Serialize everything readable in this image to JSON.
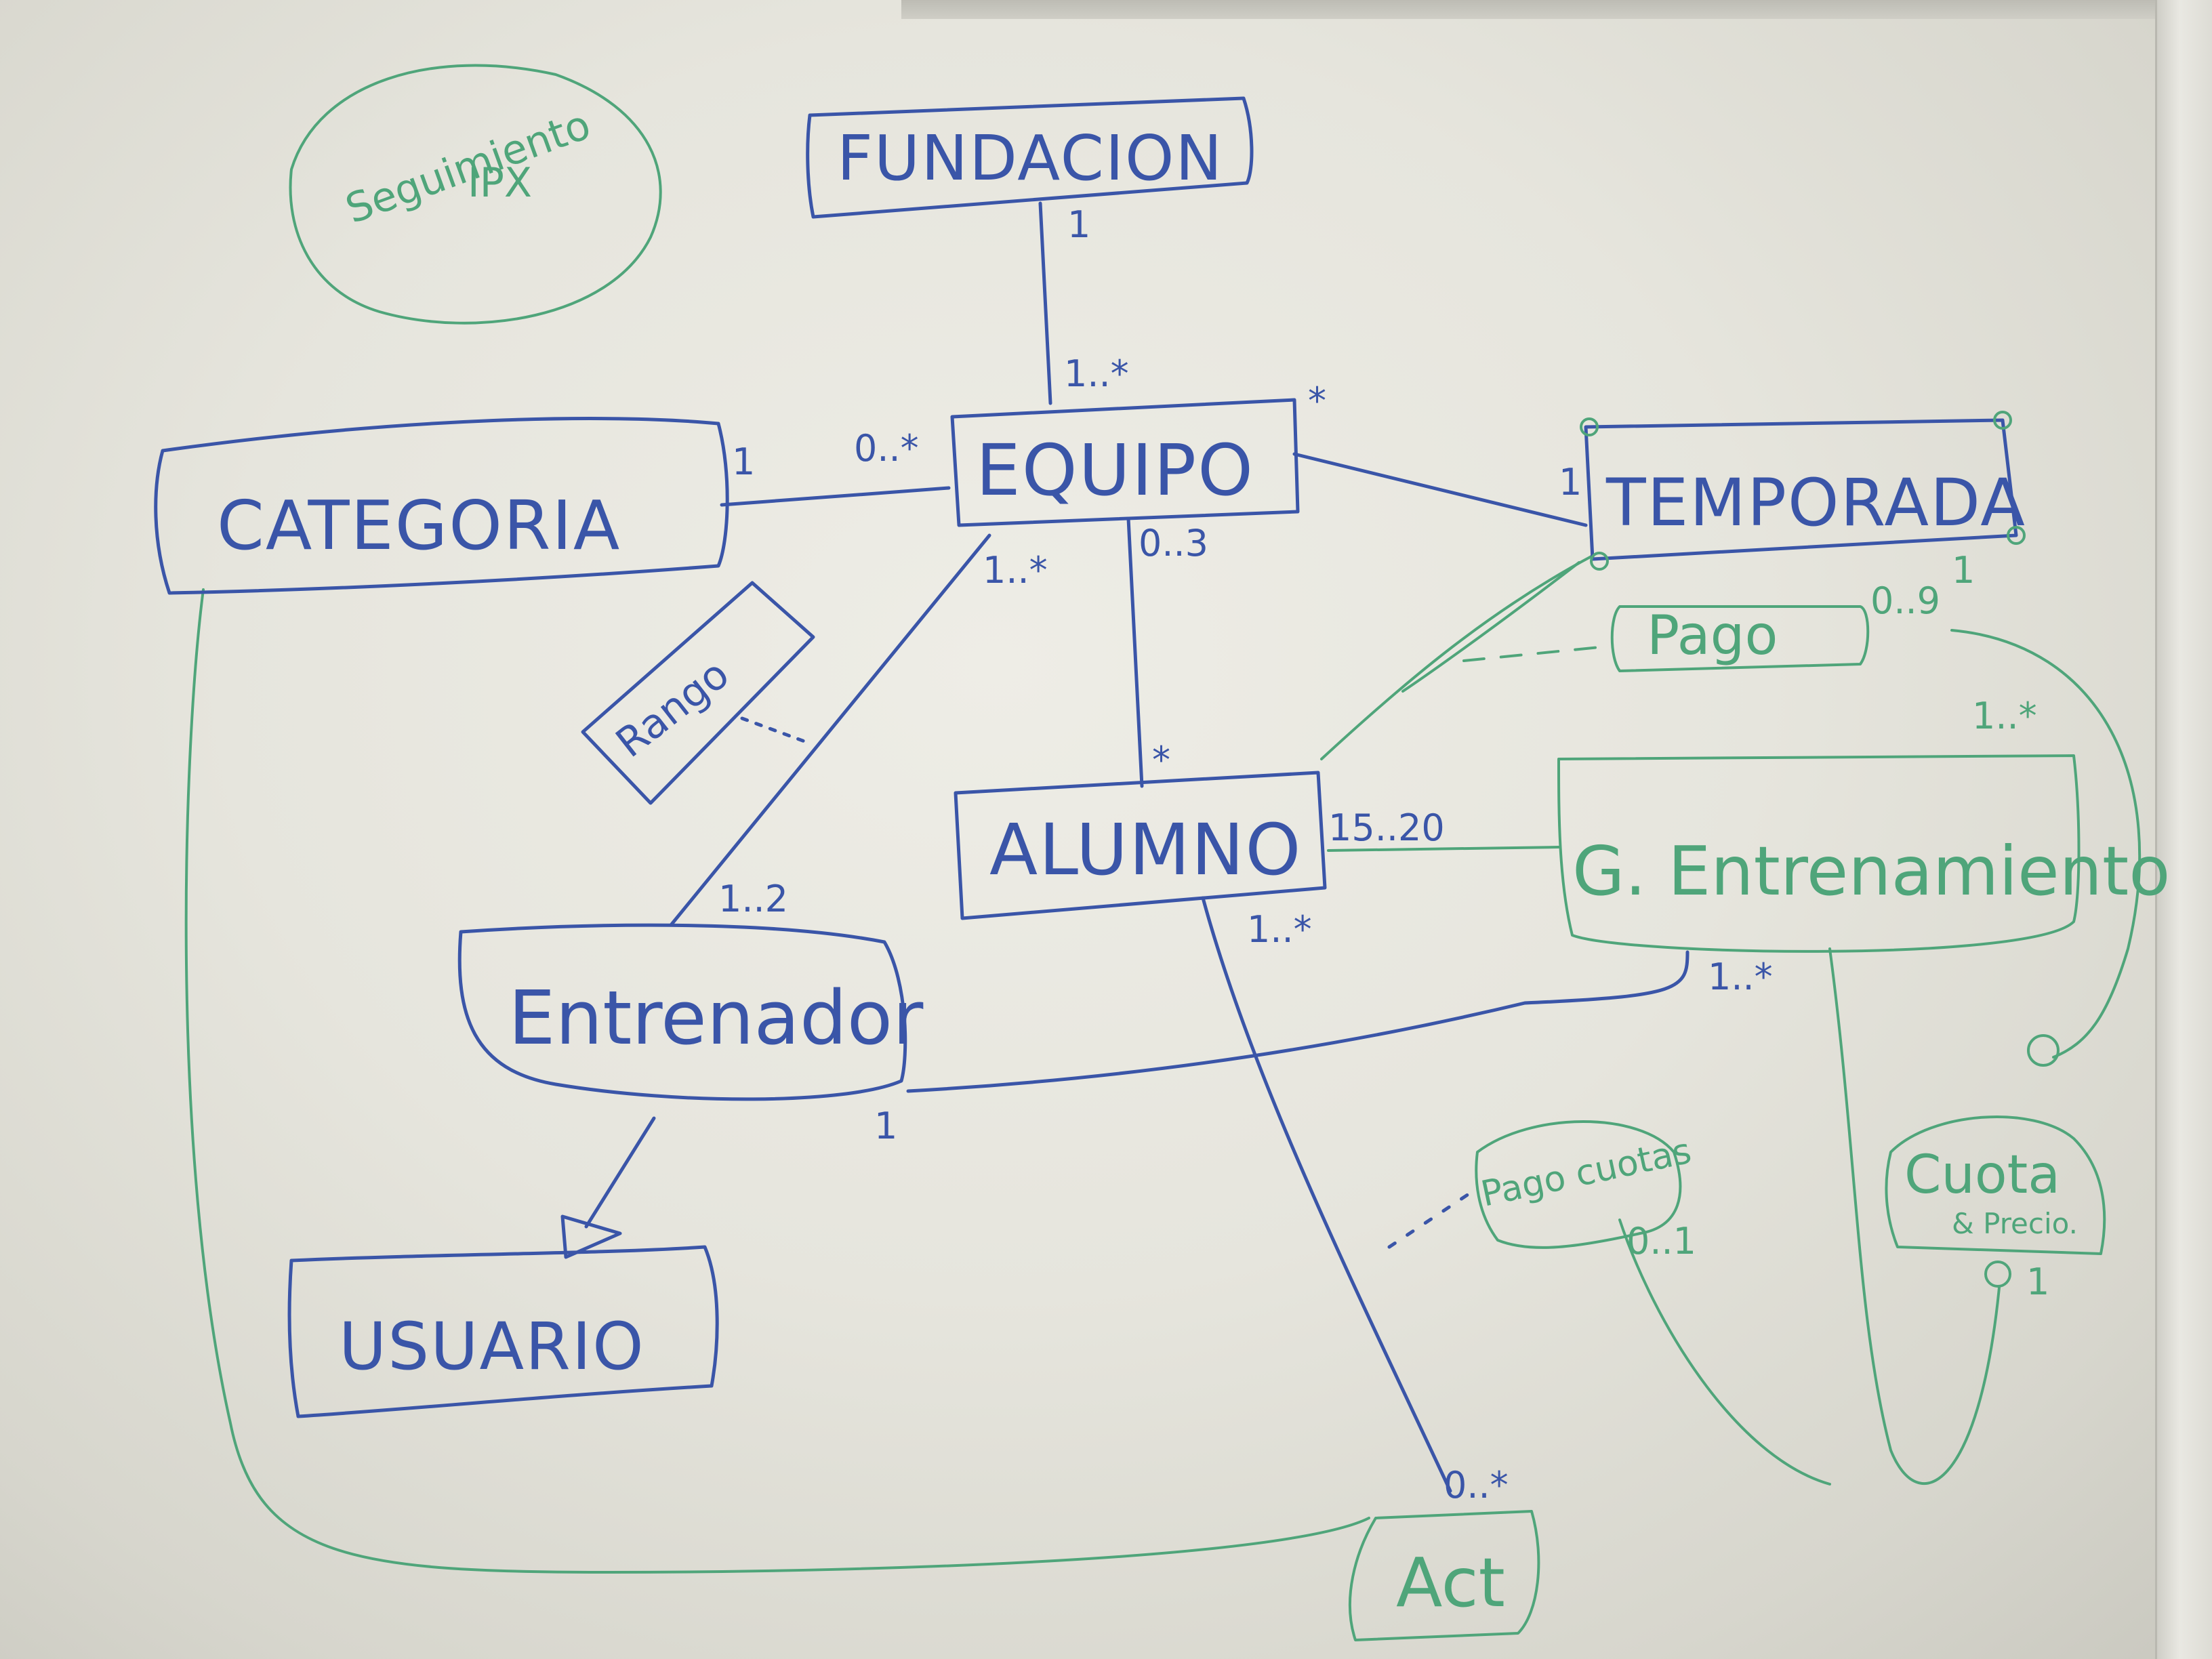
{
  "entities": {
    "fundacion": "FUNDACION",
    "equipo": "EQUIPO",
    "categoria": "CATEGORIA",
    "temporada": "TEMPORADA",
    "alumno": "ALUMNO",
    "entrenador": "Entrenador",
    "usuario": "USUARIO",
    "g_entrenamiento": "G. Entrenamiento",
    "act": "Act"
  },
  "notes": {
    "seguimiento": "Seguimiento",
    "seguimiento_sub": "IPX",
    "rango_entrenador": "Rango",
    "pago": "Pago",
    "pago_cuotas": "Pago cuotas",
    "cuota": "Cuota",
    "cuota_sub": "& Precio."
  },
  "multiplicities": {
    "fundacion_equipo_top": "1",
    "fundacion_equipo_bottom": "1..*",
    "categoria_equipo_left": "1",
    "categoria_equipo_right": "0..*",
    "equipo_temporada_left": "*",
    "equipo_temporada_right": "1",
    "equipo_alumno_top": "0..3",
    "equipo_alumno_bottom": "*",
    "equipo_entrenador_top": "1..*",
    "equipo_entrenador_bottom": "1..2",
    "alumno_gentrenamiento": "15..20",
    "pago_right": "0..9",
    "temporada_pago": "1",
    "gentrenamiento_top": "1..*",
    "gentrenamiento_bottom": "1..*",
    "alumno_act": "1..*",
    "entrenador_gentrenamiento": "1",
    "pago_cuotas_mult": "0..1",
    "act_mult": "0..*",
    "cuota_mult": "1"
  },
  "colors": {
    "blue_marker": "#3a55a8",
    "green_marker": "#4fa57a",
    "board": "#e6e5dd"
  }
}
